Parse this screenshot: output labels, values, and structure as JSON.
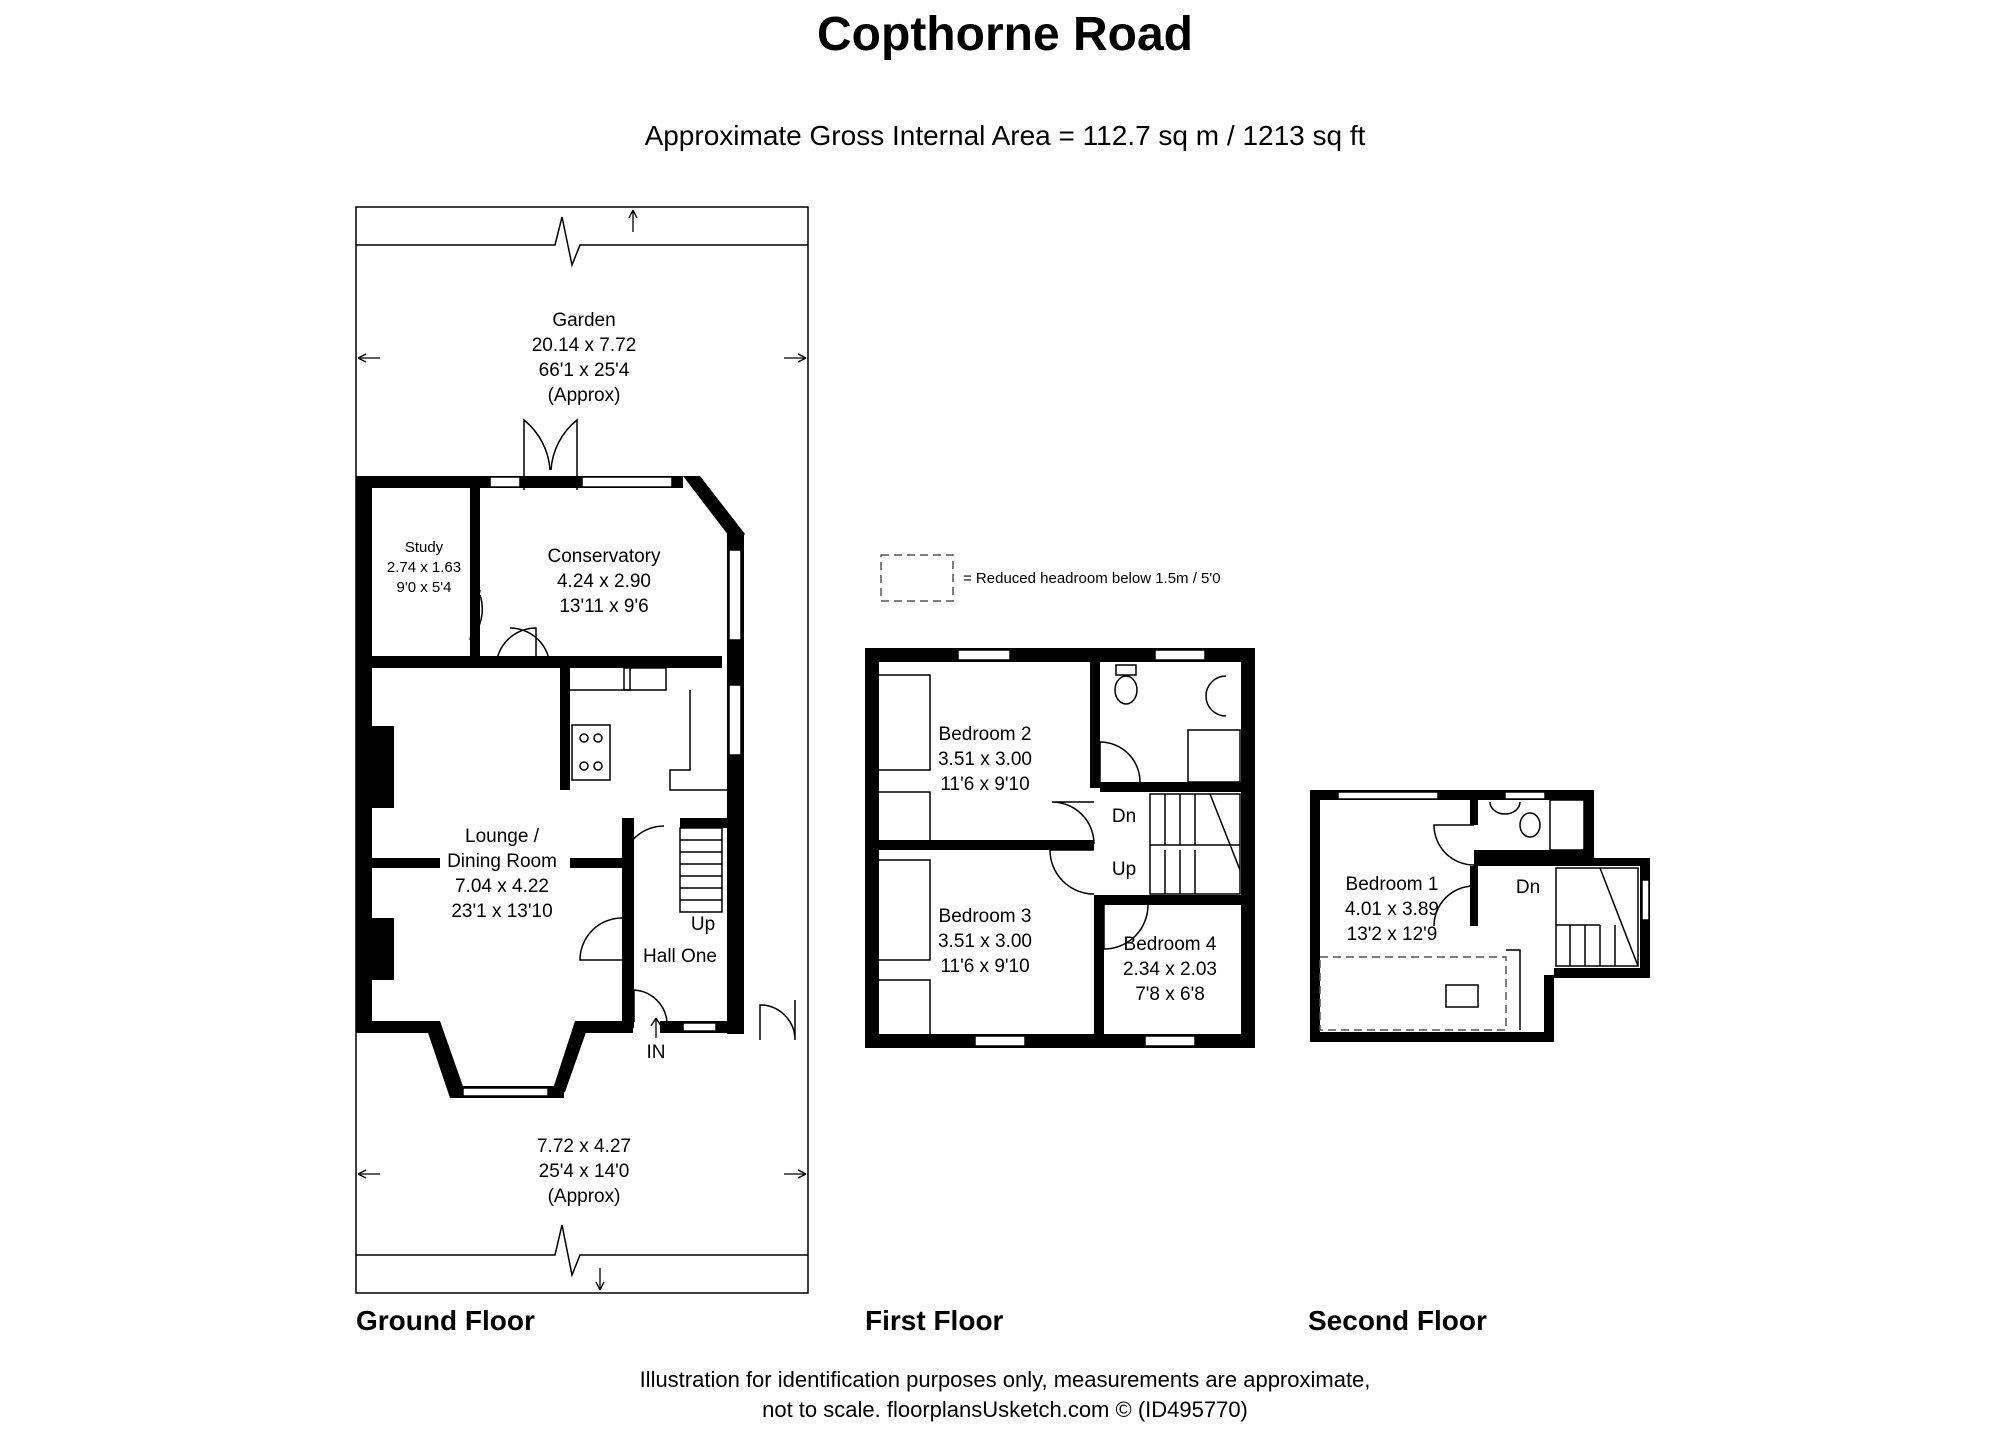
{
  "title": "Copthorne Road",
  "subtitle": "Approximate Gross Internal Area = 112.7 sq m / 1213 sq ft",
  "legend": {
    "reduced_headroom": "= Reduced headroom below 1.5m / 5'0"
  },
  "floors": {
    "ground": {
      "label": "Ground Floor",
      "garden": {
        "name": "Garden",
        "metric": "20.14 x 7.72",
        "imperial": "66'1 x 25'4",
        "note": "(Approx)"
      },
      "front_garden": {
        "metric": "7.72 x 4.27",
        "imperial": "25'4 x 14'0",
        "note": "(Approx)"
      },
      "study": {
        "name": "Study",
        "metric": "2.74 x 1.63",
        "imperial": "9'0 x 5'4"
      },
      "conservatory": {
        "name": "Conservatory",
        "metric": "4.24 x 2.90",
        "imperial": "13'11 x 9'6"
      },
      "lounge": {
        "name_line1": "Lounge /",
        "name_line2": "Dining Room",
        "metric": "7.04 x 4.22",
        "imperial": "23'1 x 13'10"
      },
      "hall": {
        "name": "Hall One",
        "stairs": "Up",
        "entry": "IN"
      }
    },
    "first": {
      "label": "First Floor",
      "bedroom2": {
        "name": "Bedroom 2",
        "metric": "3.51 x 3.00",
        "imperial": "11'6 x 9'10"
      },
      "bedroom3": {
        "name": "Bedroom 3",
        "metric": "3.51 x 3.00",
        "imperial": "11'6 x 9'10"
      },
      "bedroom4": {
        "name": "Bedroom 4",
        "metric": "2.34 x 2.03",
        "imperial": "7'8 x 6'8"
      },
      "stairs_down": "Dn",
      "stairs_up": "Up"
    },
    "second": {
      "label": "Second Floor",
      "bedroom1": {
        "name": "Bedroom 1",
        "metric": "4.01 x 3.89",
        "imperial": "13'2 x 12'9"
      },
      "stairs_down": "Dn"
    }
  },
  "footer": {
    "line1": "Illustration for identification purposes only, measurements are approximate,",
    "line2": "not to scale. floorplansUsketch.com © (ID495770)"
  },
  "colors": {
    "wall": "#000000",
    "background": "#ffffff",
    "dashed": "#555555"
  }
}
